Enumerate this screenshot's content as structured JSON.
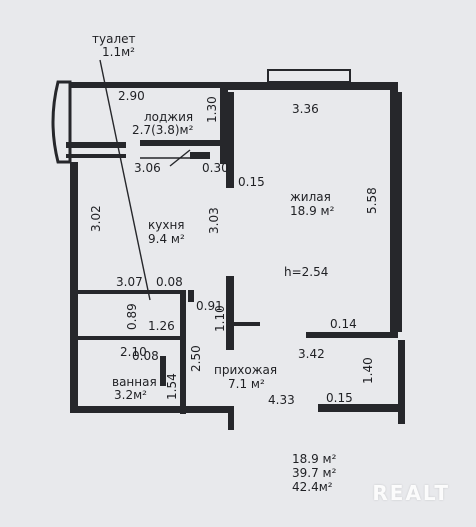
{
  "rooms": {
    "toilet": {
      "name": "туалет",
      "area": "1.1м²"
    },
    "loggia": {
      "name": "лоджия",
      "area": "2.7(3.8)м²"
    },
    "living": {
      "name": "жилая",
      "area": "18.9 м²"
    },
    "kitchen": {
      "name": "кухня",
      "area": "9.4 м²"
    },
    "bathroom": {
      "name": "ванная",
      "area": "3.2м²"
    },
    "hallway": {
      "name": "прихожая",
      "area": "7.1 м²"
    }
  },
  "dimensions": {
    "d_2_90": "2.90",
    "d_1_30": "1.30",
    "d_3_36": "3.36",
    "d_3_06": "3.06",
    "d_0_30": "0.30",
    "d_0_15_a": "0.15",
    "d_5_58": "5.58",
    "d_3_02": "3.02",
    "d_3_03": "3.03",
    "d_3_07": "3.07",
    "d_0_08_a": "0.08",
    "d_0_91": "0.91",
    "d_0_89": "0.89",
    "d_1_26": "1.26",
    "d_1_10": "1.10",
    "d_0_14": "0.14",
    "d_2_10": "2.10",
    "d_0_08_b": "0.08",
    "d_2_50": "2.50",
    "d_3_42": "3.42",
    "d_1_40": "1.40",
    "d_1_54": "1.54",
    "d_4_33": "4.33",
    "d_0_15_b": "0.15"
  },
  "ceiling_height": "h=2.54",
  "totals": {
    "living": "18.9 м²",
    "total": "39.7 м²",
    "with_loggia": "42.4м²"
  },
  "watermark": "REALT"
}
